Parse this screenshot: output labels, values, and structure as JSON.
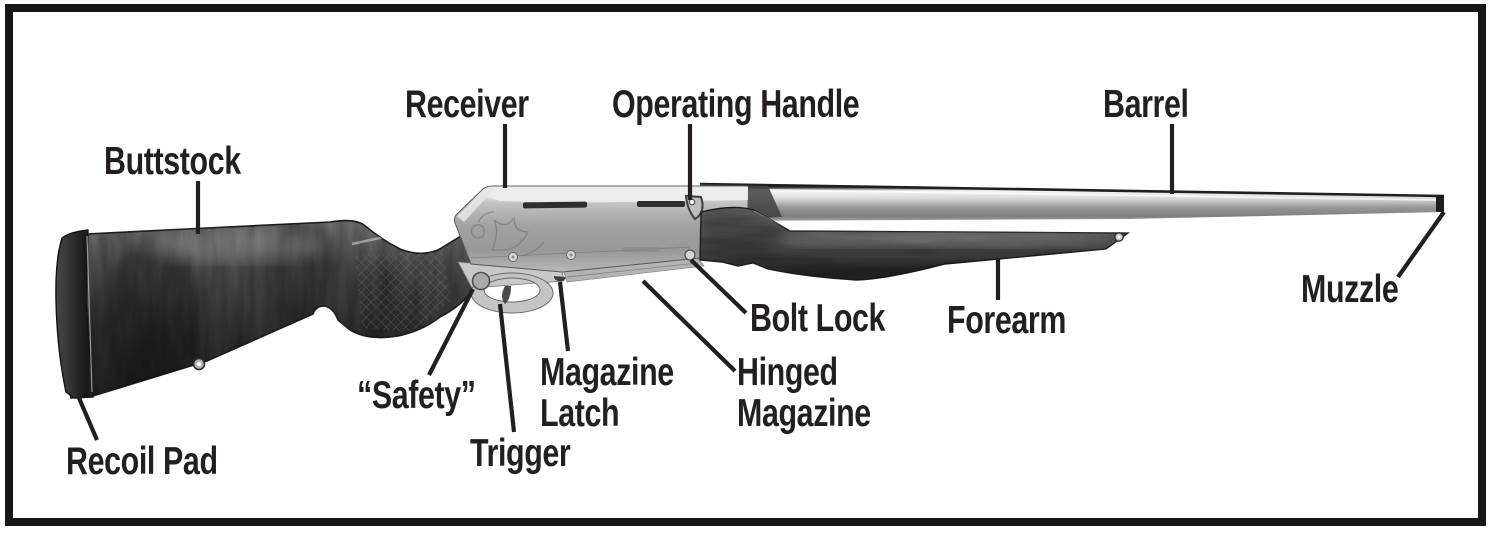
{
  "figure": {
    "subject": "rifle-parts-diagram",
    "colors": {
      "background": "#ffffff",
      "frame": "#171717",
      "label_text": "#231f20",
      "leader_line": "#231f20",
      "receiver_metal": "#a3a3a3",
      "stock_wood": "#3e3e3e"
    },
    "labels": {
      "buttstock": "Buttstock",
      "receiver": "Receiver",
      "operating_handle": "Operating Handle",
      "barrel": "Barrel",
      "muzzle": "Muzzle",
      "forearm": "Forearm",
      "bolt_lock": "Bolt Lock",
      "hinged_magazine": "Hinged\nMagazine",
      "magazine_latch": "Magazine\nLatch",
      "safety": "“Safety”",
      "trigger": "Trigger",
      "recoil_pad": "Recoil Pad"
    }
  }
}
